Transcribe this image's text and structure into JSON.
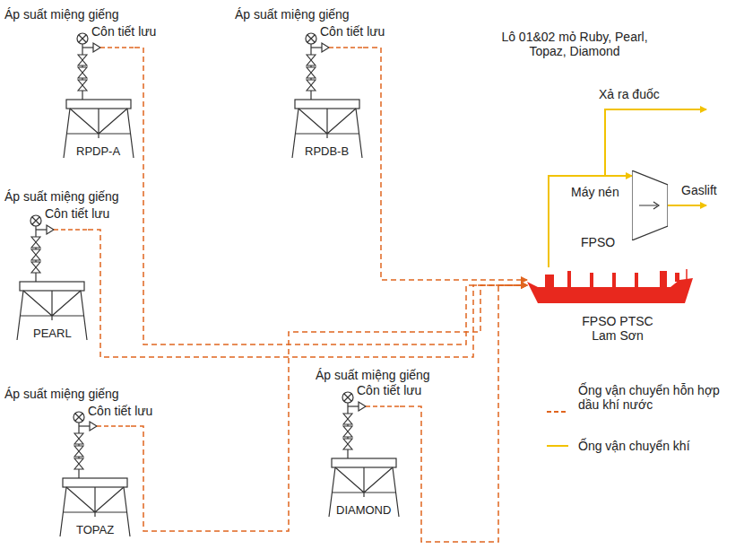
{
  "diagram": {
    "nodes": [
      {
        "text": [
          "RPDP-A"
        ]
      },
      {
        "text": [
          "RPDB-B"
        ]
      },
      {
        "text": [
          "Máy nén"
        ]
      },
      {
        "text": [
          "PEARL"
        ]
      },
      {
        "text": [
          "FPSO PTSC Lam Sơn"
        ]
      },
      {
        "text": [
          "DIAMOND"
        ]
      },
      {
        "text": [
          "TOPAZ"
        ]
      }
    ],
    "edges": [
      {
        "from": 0,
        "to": 4,
        "arrow": "to"
      },
      {
        "from": 1,
        "to": 4,
        "arrow": "to"
      },
      {
        "from": 3,
        "to": 4,
        "arrow": "to"
      },
      {
        "from": 6,
        "to": 4,
        "arrow": "to"
      },
      {
        "from": 5,
        "to": 4,
        "arrow": "to"
      },
      {
        "from": 4,
        "to": 2,
        "arrow": "to"
      }
    ],
    "labels": [
      "Áp suất miệng giếng",
      "Côn tiết lưu",
      "Áp suất miệng giếng",
      "Côn tiết lưu",
      "Lô 01&02 mỏ Ruby, Pearl, Topaz, Diamond",
      "Xả ra đuốc",
      "Gaslift",
      "FPSO",
      "Áp suất miệng giếng",
      "Côn tiết lưu",
      "Áp suất miệng giếng",
      "Côn tiết lưu",
      "Áp suất miệng giếng",
      "Côn tiết lưu"
    ],
    "legend": [
      {
        "text": "Ống vận chuyển hỗn hợp dầu khí nước"
      },
      {
        "text": "Ống vận chuyển khí"
      }
    ]
  }
}
